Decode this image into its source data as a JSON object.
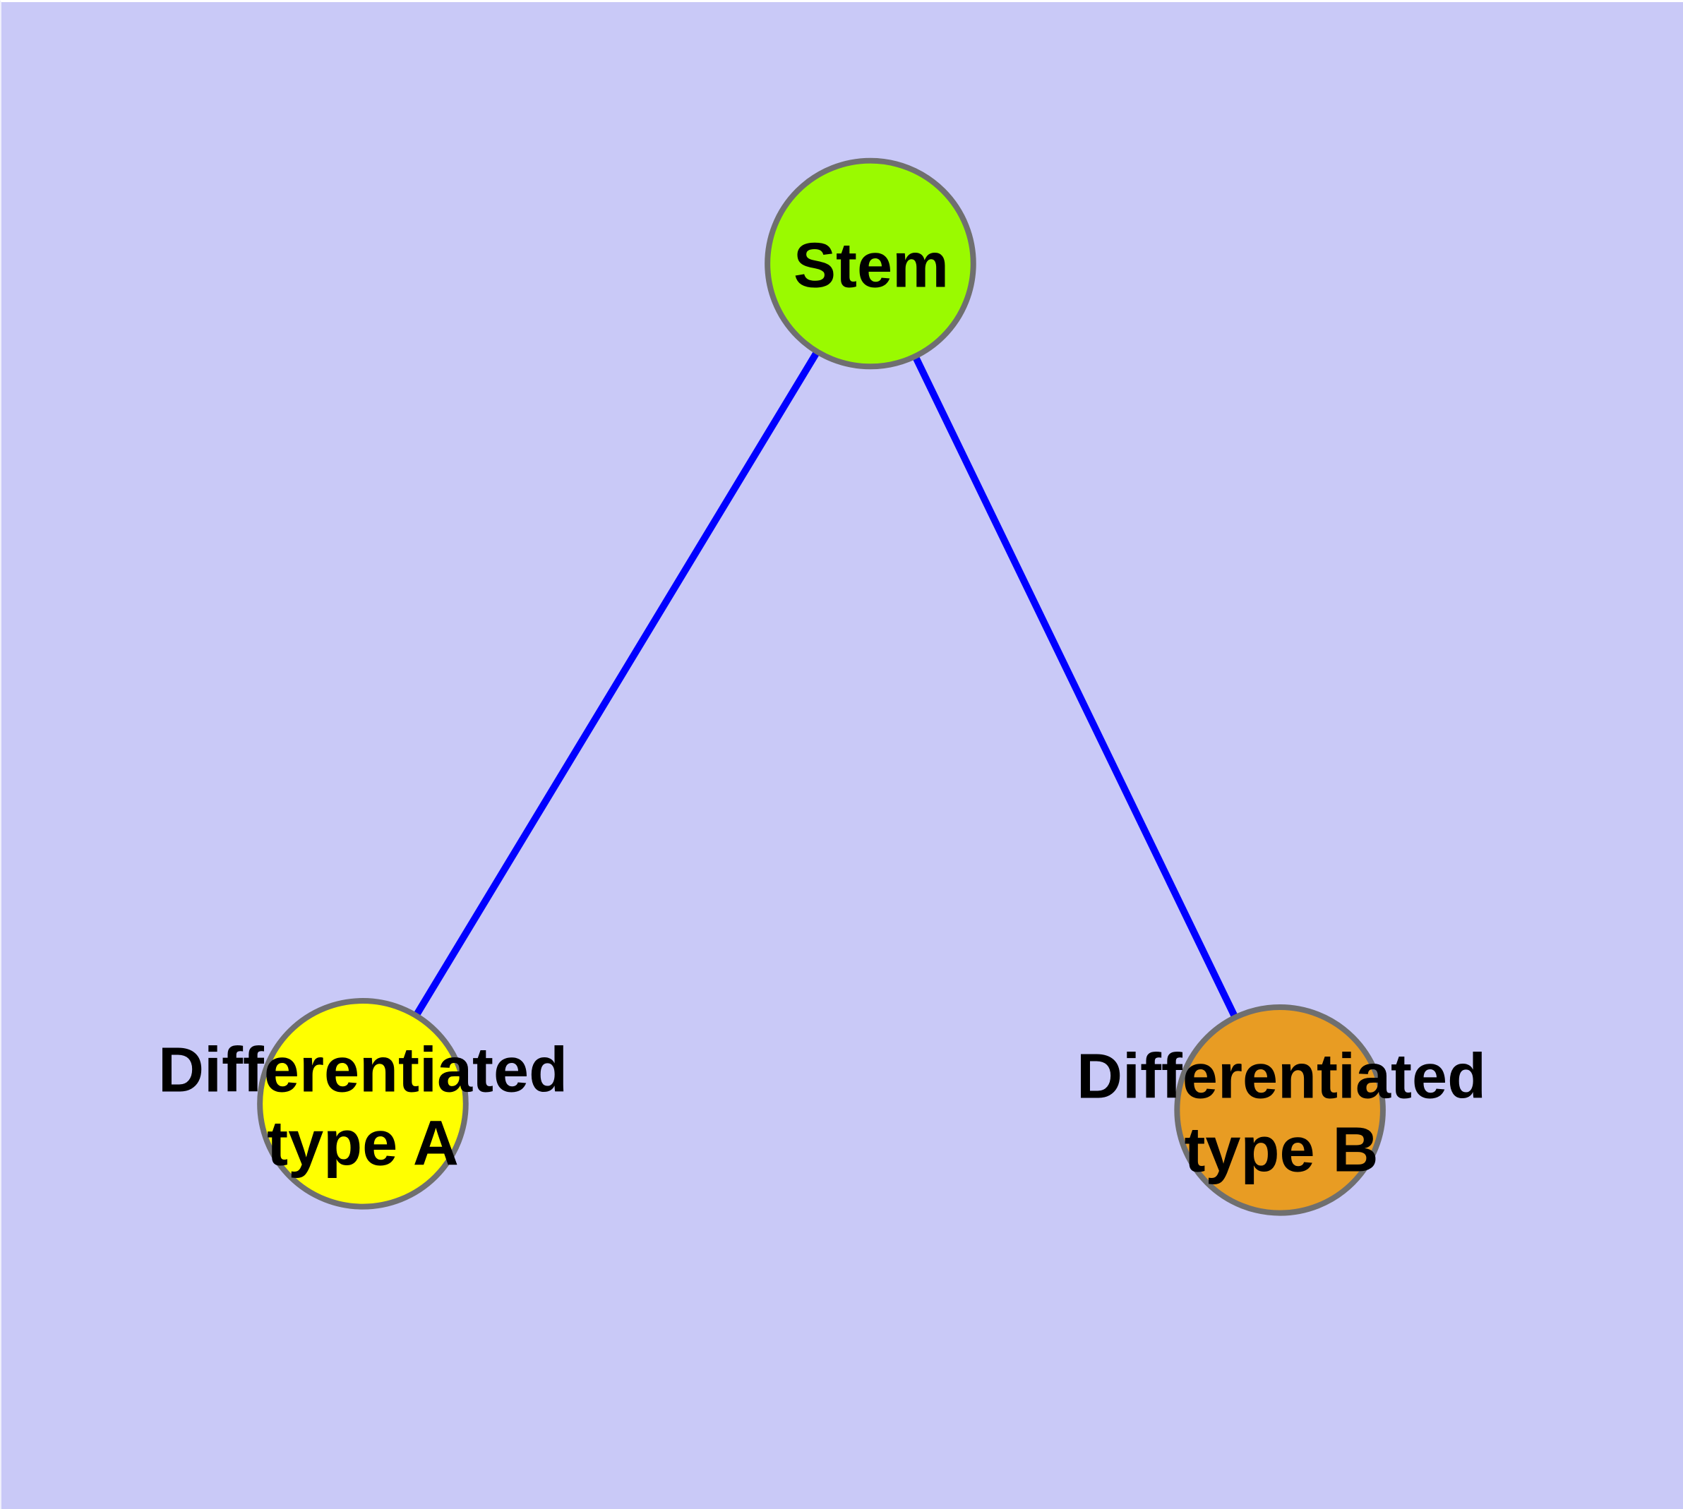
{
  "colors": {
    "background": "#C9C9F7",
    "node_border": "#6F6F6F",
    "edge": "#0000FF",
    "label_text": "#000000",
    "top_edge_strip": "#FFFFFF"
  },
  "nodes": [
    {
      "id": "stem",
      "label": "Stem",
      "fill": "#9AFA00"
    },
    {
      "id": "type-a",
      "label": "Differentiated\ntype A",
      "fill": "#FFFF00"
    },
    {
      "id": "type-b",
      "label": "Differentiated\ntype B",
      "fill": "#E89C23"
    }
  ],
  "edges": [
    {
      "from": "Stem",
      "to": "Differentiated type A"
    },
    {
      "from": "Stem",
      "to": "Differentiated type B"
    }
  ]
}
